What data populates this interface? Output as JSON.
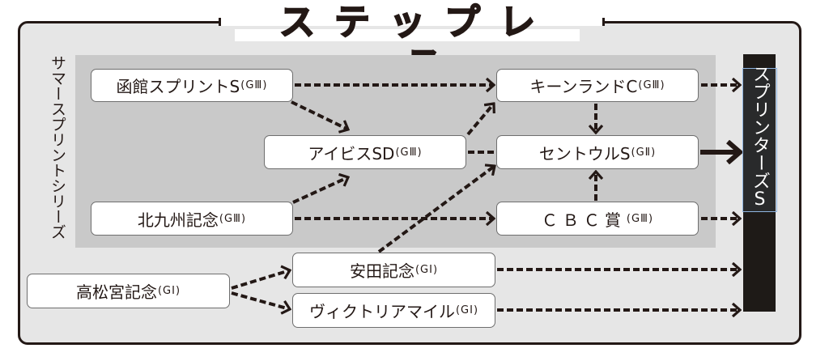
{
  "title": "ステップレース",
  "series_label": "サマースプリントシリーズ",
  "target_race": {
    "label": "スプリンターズS"
  },
  "races": [
    {
      "id": "hakodate",
      "name": "函館スプリントS",
      "grade": "(GⅢ)",
      "in_series": true
    },
    {
      "id": "keeneland",
      "name": "キーンランドC",
      "grade": "(GⅢ)",
      "in_series": true
    },
    {
      "id": "ibis",
      "name": "アイビスSD",
      "grade": "(GⅢ)",
      "in_series": true
    },
    {
      "id": "centaur",
      "name": "セントウルS",
      "grade": "(GⅡ)",
      "in_series": true
    },
    {
      "id": "kitakyushu",
      "name": "北九州記念",
      "grade": "(GⅢ)",
      "in_series": true
    },
    {
      "id": "cbc",
      "name": "ＣＢＣ賞",
      "grade": "(GⅢ)",
      "in_series": true
    },
    {
      "id": "yasuda",
      "name": "安田記念",
      "grade": "(GⅠ)",
      "in_series": false
    },
    {
      "id": "takamatsunomiya",
      "name": "高松宮記念",
      "grade": "(GⅠ)",
      "in_series": false
    },
    {
      "id": "victoria",
      "name": "ヴィクトリアマイル",
      "grade": "(GⅠ)",
      "in_series": false
    }
  ],
  "connections": [
    {
      "from": "hakodate",
      "to": "keeneland",
      "style": "dashed"
    },
    {
      "from": "hakodate",
      "to": "ibis",
      "style": "dashed"
    },
    {
      "from": "kitakyushu",
      "to": "ibis",
      "style": "dashed"
    },
    {
      "from": "kitakyushu",
      "to": "cbc",
      "style": "dashed"
    },
    {
      "from": "ibis",
      "to": "keeneland",
      "style": "dashed"
    },
    {
      "from": "ibis",
      "to": "centaur",
      "style": "dashed-line"
    },
    {
      "from": "keeneland",
      "to": "centaur",
      "style": "dashed"
    },
    {
      "from": "cbc",
      "to": "centaur",
      "style": "dashed"
    },
    {
      "from": "yasuda",
      "to": "centaur",
      "style": "dashed"
    },
    {
      "from": "takamatsunomiya",
      "to": "yasuda",
      "style": "dashed"
    },
    {
      "from": "takamatsunomiya",
      "to": "victoria",
      "style": "dashed"
    },
    {
      "from": "keeneland",
      "to": "sprinters",
      "style": "dashed"
    },
    {
      "from": "centaur",
      "to": "sprinters",
      "style": "solid"
    },
    {
      "from": "cbc",
      "to": "sprinters",
      "style": "dashed"
    },
    {
      "from": "yasuda",
      "to": "sprinters",
      "style": "dashed"
    },
    {
      "from": "victoria",
      "to": "sprinters",
      "style": "dashed"
    }
  ]
}
